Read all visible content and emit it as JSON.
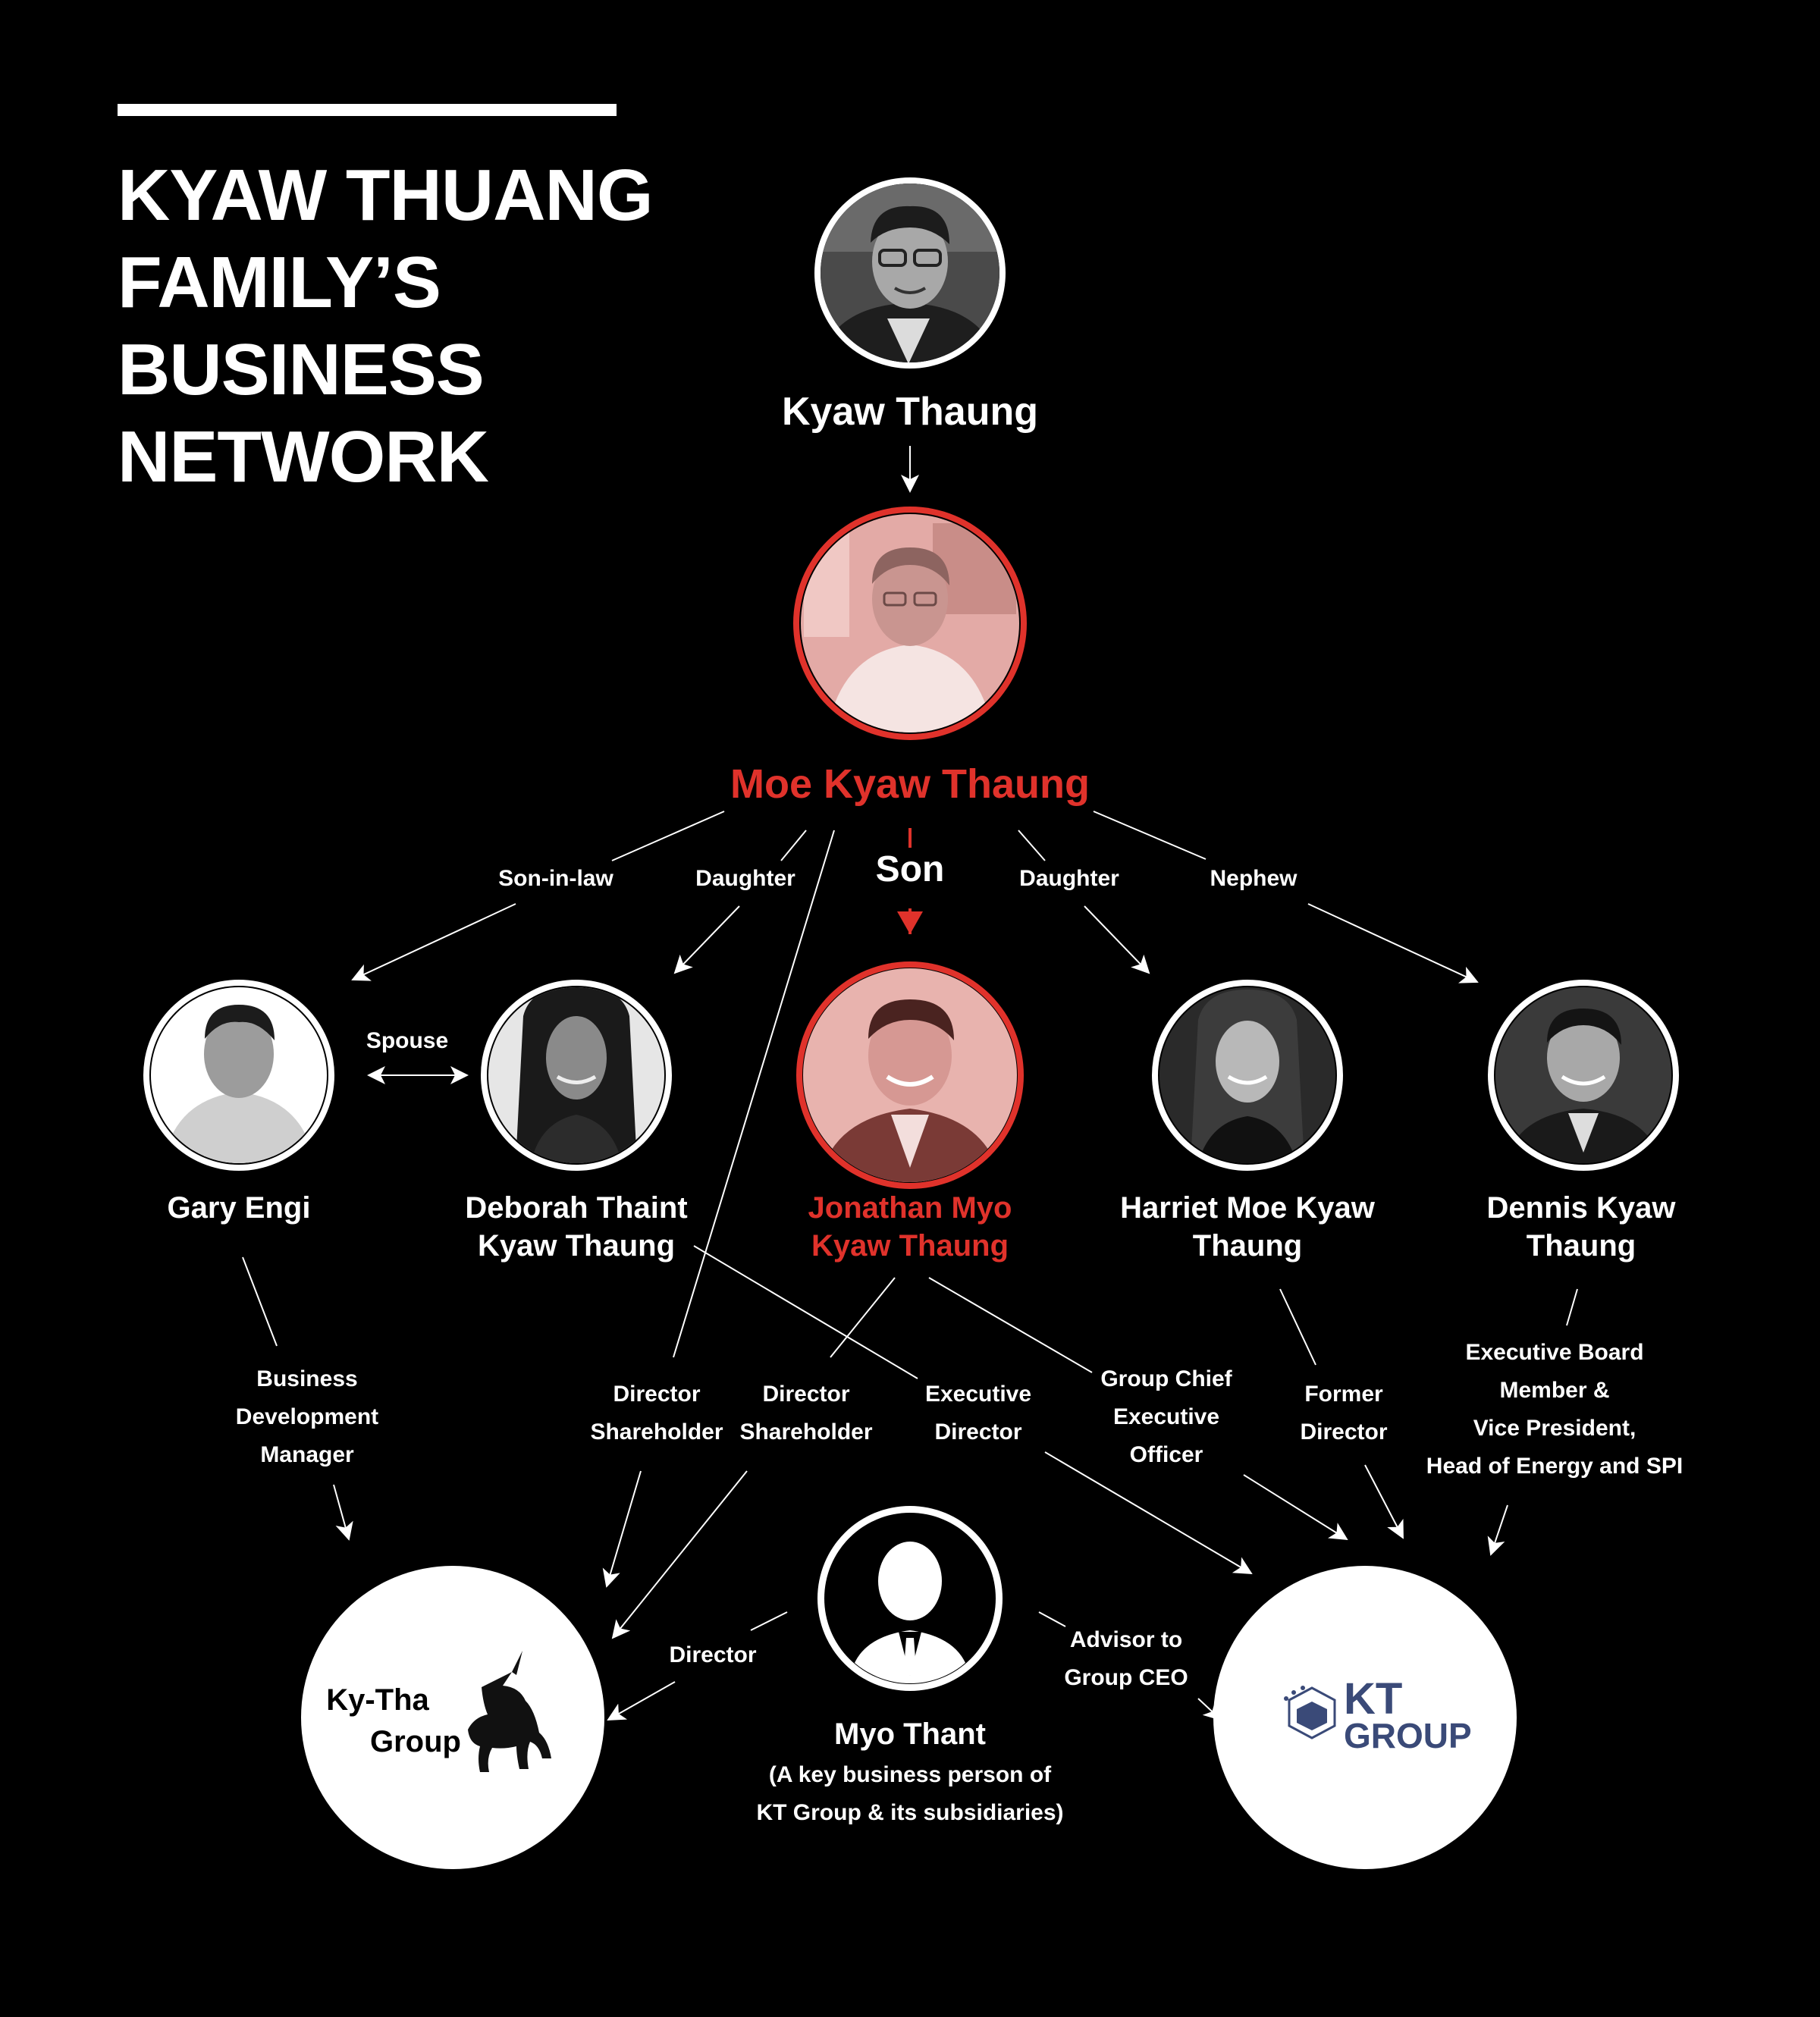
{
  "title": {
    "lines": [
      "KYAW THUANG",
      "FAMILY’S",
      "BUSINESS",
      "NETWORK"
    ]
  },
  "people": {
    "kyaw_thaung": {
      "name": "Kyaw Thaung"
    },
    "moe_kyaw_thaung": {
      "name": "Moe Kyaw Thaung"
    },
    "gary_engi": {
      "name": "Gary Engi"
    },
    "deborah": {
      "name_lines": [
        "Deborah Thaint",
        "Kyaw Thaung"
      ]
    },
    "jonathan": {
      "name_lines": [
        "Jonathan Myo",
        "Kyaw Thaung"
      ]
    },
    "harriet": {
      "name_lines": [
        "Harriet Moe Kyaw",
        "Thaung"
      ]
    },
    "dennis": {
      "name_lines": [
        "Dennis Kyaw",
        "Thaung"
      ]
    },
    "myo_thant": {
      "name": "Myo Thant",
      "note_lines": [
        "(A key business person of",
        "KT Group & its subsidiaries)"
      ]
    }
  },
  "relations": {
    "son_in_law": "Son-in-law",
    "daughter_left": "Daughter",
    "son": "Son",
    "daughter_right": "Daughter",
    "nephew": "Nephew",
    "spouse": "Spouse"
  },
  "roles": {
    "gary": [
      "Business",
      "Development",
      "Manager"
    ],
    "moe_director": [
      "Director",
      "Shareholder"
    ],
    "jonathan_director": [
      "Director",
      "Shareholder"
    ],
    "deborah_exec": [
      "Executive",
      "Director"
    ],
    "jonathan_ceo": [
      "Group Chief",
      "Executive",
      "Officer"
    ],
    "harriet_former": [
      "Former",
      "Director"
    ],
    "dennis_board": [
      "Executive Board",
      "Member  &",
      "Vice President,",
      "Head of Energy and SPI"
    ],
    "myo_director": "Director",
    "myo_advisor": [
      "Advisor to",
      "Group CEO"
    ]
  },
  "companies": {
    "kytha": {
      "lines": [
        "Ky-Tha",
        "Group"
      ]
    },
    "kt": {
      "lines": [
        "KT",
        "GROUP"
      ]
    }
  },
  "colors": {
    "accent_red": "#e0322b",
    "background": "#000000",
    "text": "#ffffff",
    "kt_logo": "#3a4a78"
  },
  "icons": {
    "arrow": "arrow-icon",
    "person_silhouette": "person-silhouette-icon",
    "unicorn": "unicorn-icon"
  }
}
